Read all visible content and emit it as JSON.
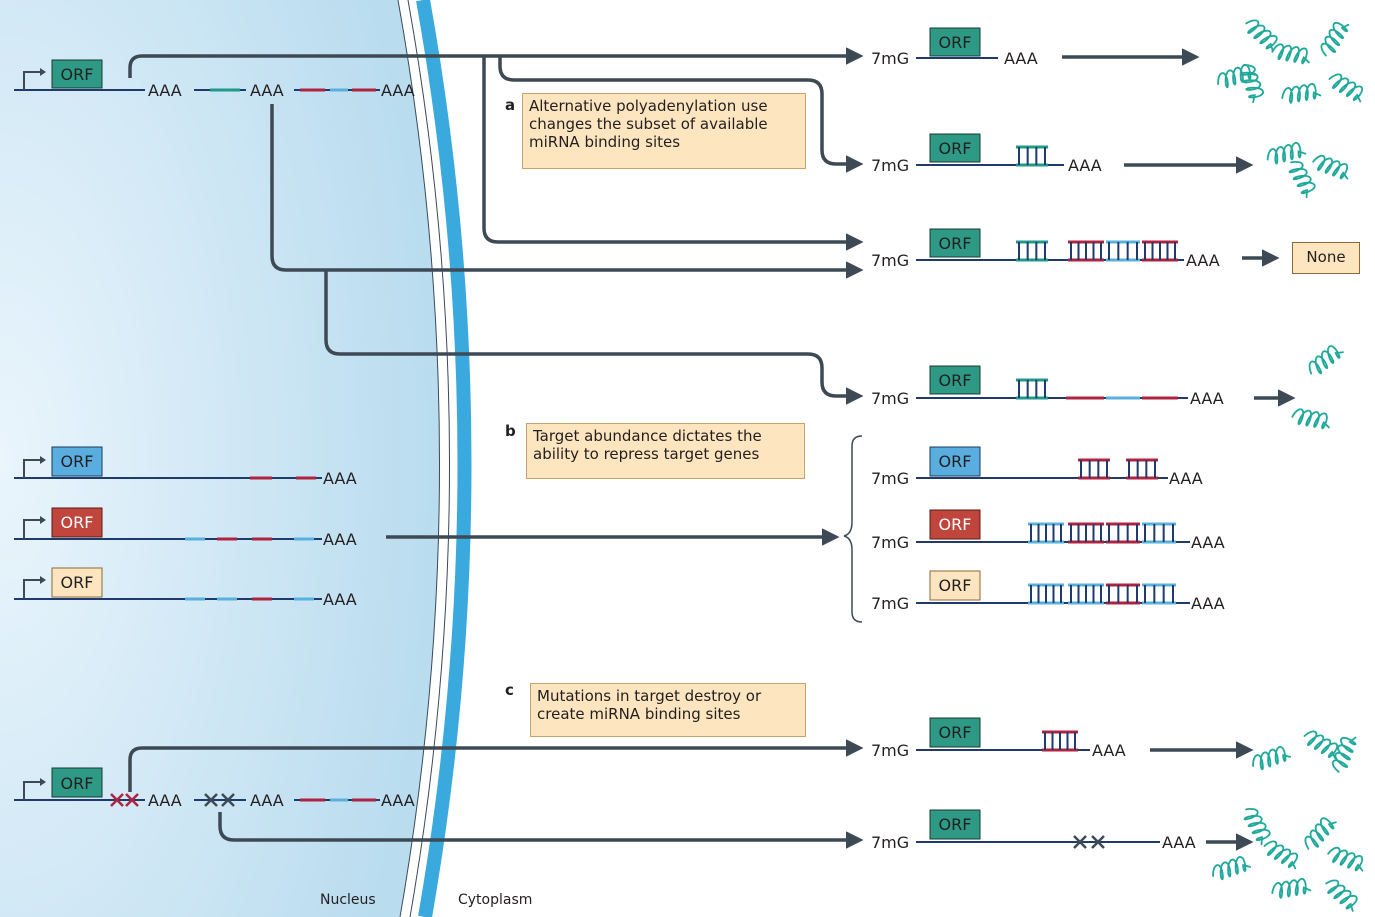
{
  "labels": {
    "orf": "ORF",
    "polyA": "AAA",
    "cap": "7mG",
    "none": "None",
    "nucleus": "Nucleus",
    "cytoplasm": "Cytoplasm"
  },
  "panels": {
    "a": {
      "letter": "a",
      "text": "Alternative polyadenylation use changes the subset of available miRNA binding sites"
    },
    "b": {
      "letter": "b",
      "text": "Target abundance dictates the ability to repress target genes"
    },
    "c": {
      "letter": "c",
      "text": "Mutations in target destroy or create miRNA binding sites"
    }
  },
  "colors": {
    "teal_orf": "#2e9a86",
    "blue_orf": "#5aaedf",
    "red_orf": "#c0453d",
    "beige_orf": "#fde6bf",
    "strand": "#1f3a6e",
    "arrow": "#3d4a55",
    "site_red": "#b0233f",
    "site_blue": "#5ab0dc",
    "site_teal": "#1d9a8a",
    "protein": "#1fa99a",
    "membrane": "#3aa9dd"
  }
}
